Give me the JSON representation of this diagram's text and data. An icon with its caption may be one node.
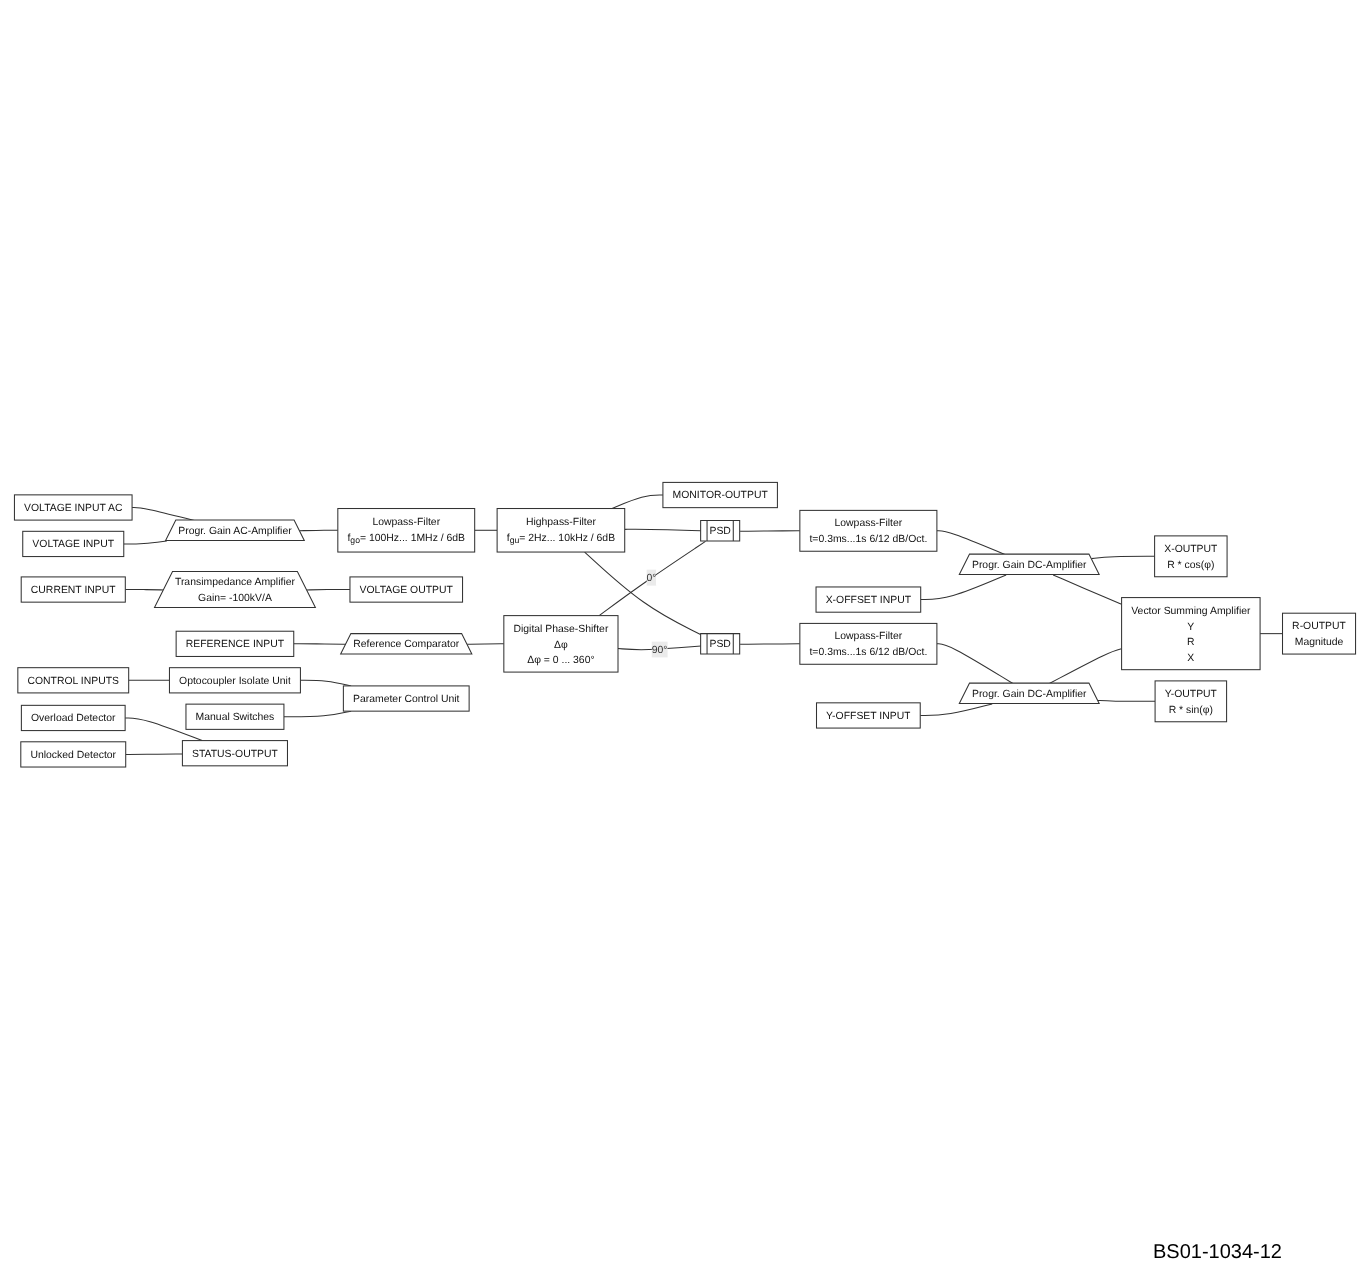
{
  "diagram": {
    "nodes": [
      {
        "text": [
          "VOLTAGE INPUT AC"
        ]
      },
      {
        "text": [
          "VOLTAGE INPUT"
        ]
      },
      {
        "text": [
          "Progr. Gain AC-Amplifier"
        ]
      },
      {
        "text": [
          "Lowpass-Filter",
          "f$_{go}$= 100Hz... 1MHz / 6dB"
        ]
      },
      {
        "text": [
          "Highpass-Filter",
          "f$_{gu}$= 2Hz... 10kHz / 6dB"
        ]
      },
      {
        "text": [
          "MONITOR-OUTPUT"
        ]
      },
      {
        "text": [
          "VOLTAGE OUTPUT"
        ]
      },
      {
        "text": [
          "Transimpedance Amplifier",
          "Gain= -100kV/A"
        ]
      },
      {
        "text": [
          "CURRENT INPUT"
        ]
      },
      {
        "text": [
          "PSD"
        ]
      },
      {
        "text": [
          "Lowpass-Filter",
          "t=0.3ms...1s 6/12 dB/Oct."
        ]
      },
      {
        "text": [
          "Progr. Gain DC-Amplifier"
        ]
      },
      {
        "text": [
          "X-OFFSET INPUT"
        ]
      },
      {
        "text": [
          "X-OUTPUT",
          "R * cos(φ)"
        ]
      },
      {
        "text": [
          "Reference Comparator"
        ]
      },
      {
        "text": [
          "Digital Phase-Shifter",
          "Δφ",
          "Δφ = 0 ... 360°"
        ]
      },
      {
        "text": [
          "Vector Summing Amplifier",
          "Y",
          "R",
          "X"
        ]
      },
      {
        "text": [
          "R-OUTPUT",
          "Magnitude"
        ]
      },
      {
        "text": [
          "REFERENCE INPUT"
        ]
      },
      {
        "text": [
          "PSD"
        ]
      },
      {
        "text": [
          "Lowpass-Filter",
          "t=0.3ms...1s 6/12 dB/Oct."
        ]
      },
      {
        "text": [
          "Progr. Gain DC-Amplifier"
        ]
      },
      {
        "text": [
          "Y-OUTPUT",
          "R * sin(φ)"
        ]
      },
      {
        "text": [
          "Y-OFFSET INPUT"
        ]
      },
      {
        "text": [
          "CONTROL INPUTS"
        ]
      },
      {
        "text": [
          "Optocoupler Isolate Unit"
        ]
      },
      {
        "text": [
          "Manual Switches"
        ]
      },
      {
        "text": [
          "Parameter Control Unit"
        ]
      },
      {
        "text": [
          "Overload Detector"
        ]
      },
      {
        "text": [
          "Unlocked Detector"
        ]
      },
      {
        "text": [
          "STATUS-OUTPUT"
        ]
      }
    ],
    "edges": [
      {
        "from": 0,
        "to": 2,
        "arrow": "none"
      },
      {
        "from": 1,
        "to": 2,
        "arrow": "none"
      },
      {
        "from": 2,
        "to": 3,
        "arrow": "none"
      },
      {
        "from": 3,
        "to": 4,
        "arrow": "none"
      },
      {
        "from": 4,
        "to": 5,
        "arrow": "none"
      },
      {
        "from": 4,
        "to": 9,
        "arrow": "none"
      },
      {
        "from": 4,
        "to": 19,
        "arrow": "none"
      },
      {
        "from": 8,
        "to": 7,
        "arrow": "none"
      },
      {
        "from": 7,
        "to": 6,
        "arrow": "none"
      },
      {
        "from": 18,
        "to": 14,
        "arrow": "none"
      },
      {
        "from": 14,
        "to": 15,
        "arrow": "none"
      },
      {
        "from": 15,
        "to": 9,
        "label": "0°",
        "arrow": "none"
      },
      {
        "from": 15,
        "to": 19,
        "label": "90°",
        "arrow": "none"
      },
      {
        "from": 9,
        "to": 10,
        "arrow": "none"
      },
      {
        "from": 10,
        "to": 11,
        "arrow": "none"
      },
      {
        "from": 11,
        "to": 13,
        "arrow": "none"
      },
      {
        "from": 12,
        "to": 11,
        "arrow": "none"
      },
      {
        "from": 11,
        "to": 16,
        "arrow": "none"
      },
      {
        "from": 16,
        "to": 17,
        "arrow": "none"
      },
      {
        "from": 19,
        "to": 20,
        "arrow": "none"
      },
      {
        "from": 20,
        "to": 21,
        "arrow": "none"
      },
      {
        "from": 21,
        "to": 22,
        "arrow": "none"
      },
      {
        "from": 23,
        "to": 21,
        "arrow": "none"
      },
      {
        "from": 21,
        "to": 16,
        "arrow": "none"
      },
      {
        "from": 24,
        "to": 25,
        "arrow": "none"
      },
      {
        "from": 25,
        "to": 27,
        "arrow": "none"
      },
      {
        "from": 26,
        "to": 27,
        "arrow": "none"
      },
      {
        "from": 28,
        "to": 30,
        "arrow": "none"
      },
      {
        "from": 29,
        "to": 30,
        "arrow": "none"
      }
    ],
    "labels": [
      "BS01-1034-12"
    ]
  }
}
